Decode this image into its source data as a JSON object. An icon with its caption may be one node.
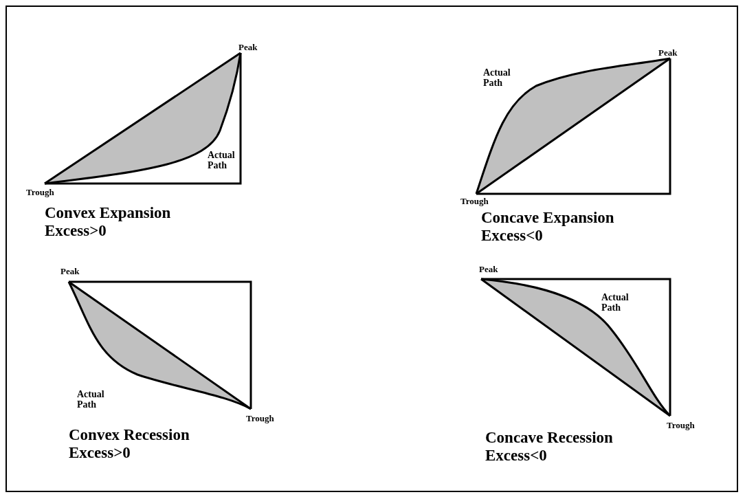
{
  "diagram": {
    "labels": [
      "Peak",
      "Actual Path",
      "Trough",
      "Convex Expansion",
      "Excess>0",
      "Peak",
      "Actual Path",
      "Trough",
      "Concave Expansion",
      "Excess<0",
      "Peak",
      "Actual Path",
      "Trough",
      "Convex Recession",
      "Excess>0",
      "Peak",
      "Actual Path",
      "Trough",
      "Concave Recession",
      "Excess<0"
    ]
  }
}
